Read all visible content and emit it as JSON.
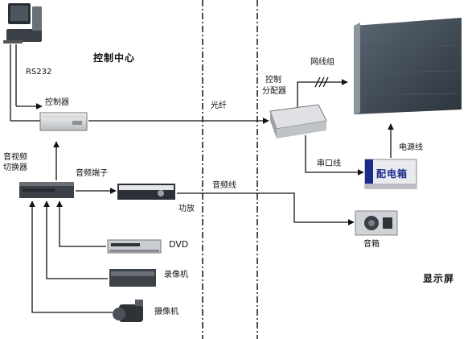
{
  "regions": {
    "control_center": "控制中心",
    "display_screen": "显示屏"
  },
  "labels": {
    "rs232": "RS232",
    "controller": "控制器",
    "av_switcher_1": "音视频",
    "av_switcher_2": "切换器",
    "audio_terminal": "音频端子",
    "fiber": "光纤",
    "audio_line": "音频线",
    "amplifier": "功放",
    "dvd": "DVD",
    "recorder": "录像机",
    "camera": "摄像机",
    "ctrl_splitter_1": "控制",
    "ctrl_splitter_2": "分配器",
    "network_cable": "网线组",
    "serial_line": "串口线",
    "power_line": "电源线",
    "power_box": "配电箱",
    "speaker": "音箱"
  },
  "colors": {
    "line": "#111111",
    "divider": "#222222",
    "screen_dark": "#3b4550",
    "power_box_blue": "#1c2a8c"
  },
  "icons": [
    "computer-icon",
    "controller-device",
    "av-switcher-device",
    "amplifier-device",
    "dvd-player-device",
    "video-recorder-device",
    "camera-device",
    "splitter-device",
    "led-screen",
    "power-box",
    "speaker-device"
  ]
}
